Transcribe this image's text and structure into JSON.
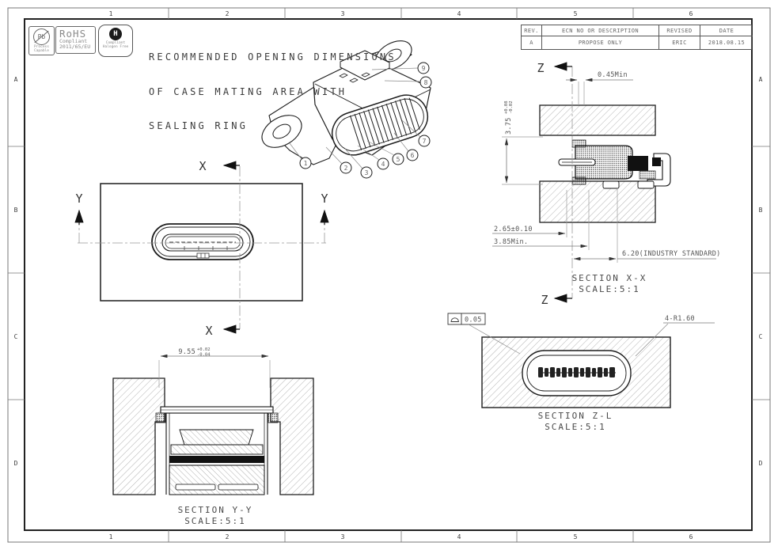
{
  "frame": {
    "cols": [
      "1",
      "2",
      "3",
      "4",
      "5",
      "6"
    ],
    "rows": [
      "A",
      "B",
      "C",
      "D"
    ]
  },
  "title": {
    "line1": "RECOMMENDED OPENING DIMENSIONS",
    "line2": "OF CASE MATING AREA WITH",
    "line3": "SEALING RING"
  },
  "logos": {
    "pb": {
      "symbol": "Pb",
      "caption1": "Process",
      "caption2": "Capable"
    },
    "rohs": {
      "big": "RoHS",
      "line2": "Compliant",
      "line3": "2011/65/EU"
    },
    "halogen": {
      "symbol": "H",
      "caption1": "Compliant",
      "caption2": "Halogen Free"
    }
  },
  "revision_table": {
    "headers": [
      "REV.",
      "ECN NO OR DESCRIPTION",
      "REVISED",
      "DATE"
    ],
    "row": {
      "rev": "A",
      "description": "PROPOSE ONLY",
      "revised": "ERIC",
      "date": "2018.08.15"
    }
  },
  "balloons": [
    "1",
    "2",
    "3",
    "4",
    "5",
    "6",
    "7",
    "8",
    "9"
  ],
  "axes": {
    "x": "X",
    "y": "Y",
    "z": "Z"
  },
  "section_xx": {
    "title": "SECTION X-X",
    "scale": "SCALE:5:1",
    "dim_wall": "0.45Min",
    "dim_height": "3.75",
    "dim_height_tol_plus": "+0.08",
    "dim_height_tol_minus": "-0.02",
    "dim_depth1": "2.65±0.10",
    "dim_depth2": "3.85Min.",
    "dim_industry": "6.20(INDUSTRY STANDARD)"
  },
  "section_zl": {
    "title": "SECTION Z-L",
    "scale": "SCALE:5:1",
    "flatness": "0.05",
    "radius": "4-R1.60"
  },
  "section_yy": {
    "title": "SECTION Y-Y",
    "scale": "SCALE:5:1",
    "dim_width": "9.55",
    "dim_width_tol_plus": "+0.02",
    "dim_width_tol_minus": "-0.04"
  }
}
